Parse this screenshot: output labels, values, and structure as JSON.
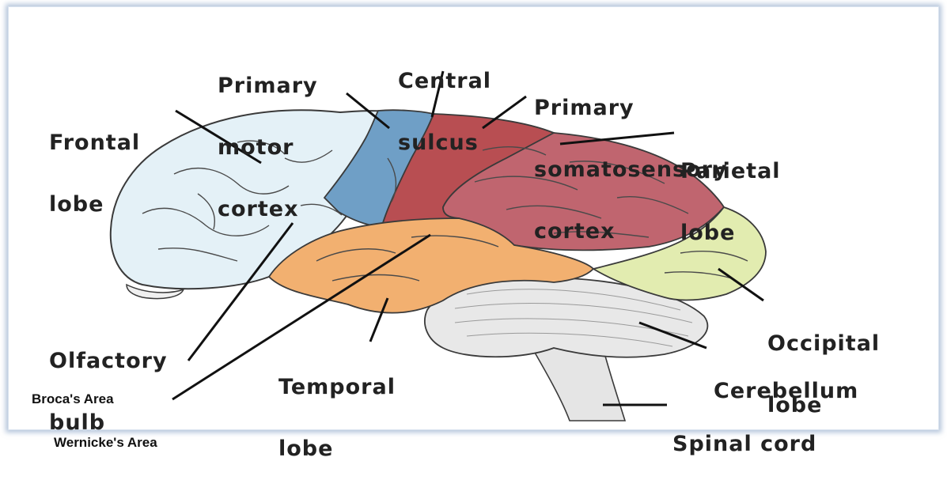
{
  "labels": {
    "primary_motor_cortex": [
      "Primary",
      "motor",
      "cortex"
    ],
    "central_sulcus": [
      "Central",
      "sulcus"
    ],
    "primary_somatosensory_cortex": [
      "Primary",
      "somatosensory",
      "cortex"
    ],
    "frontal_lobe": [
      "Frontal",
      "lobe"
    ],
    "parietal_lobe": [
      "Parietal",
      "lobe"
    ],
    "olfactory_bulb": [
      "Olfactory",
      "bulb"
    ],
    "brocas_area": "Broca's Area",
    "temporal_lobe": [
      "Temporal",
      "lobe"
    ],
    "occipital_lobe": [
      "Occipital",
      "lobe"
    ],
    "cerebellum": "Cerebellum",
    "wernickes_area": "Wernicke's Area",
    "spinal_cord": "Spinal cord"
  },
  "colors": {
    "frontal_lobe": "#e4f1f7",
    "primary_motor_cortex": "#6f9fc6",
    "primary_somatosensory_cortex": "#b84e52",
    "parietal_lobe": "#c0656f",
    "temporal_lobe": "#f2b070",
    "occipital_lobe": "#e2ecb0",
    "cerebellum": "#e8e8e8",
    "spinal_cord": "#e5e5e5",
    "outline": "#3a3a3a"
  }
}
